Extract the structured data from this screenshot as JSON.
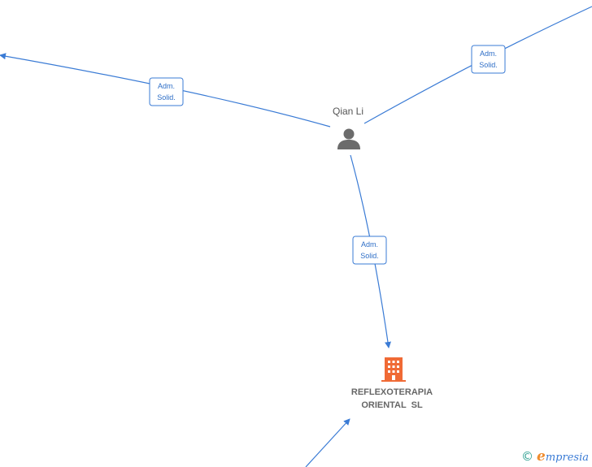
{
  "person": {
    "name": "Qian Li"
  },
  "company": {
    "name_line1": "REFLEXOTERAPIA",
    "name_line2": "ORIENTAL  SL"
  },
  "edges": [
    {
      "line1": "Adm.",
      "line2": "Solid."
    },
    {
      "line1": "Adm.",
      "line2": "Solid."
    },
    {
      "line1": "Adm.",
      "line2": "Solid."
    }
  ],
  "footer": {
    "copyright_symbol": "©",
    "brand_initial": "e",
    "brand_rest": "mpresia"
  },
  "colors": {
    "edge": "#3a7bd5",
    "company_icon": "#f06a35",
    "person_icon": "#6b6b6b"
  }
}
